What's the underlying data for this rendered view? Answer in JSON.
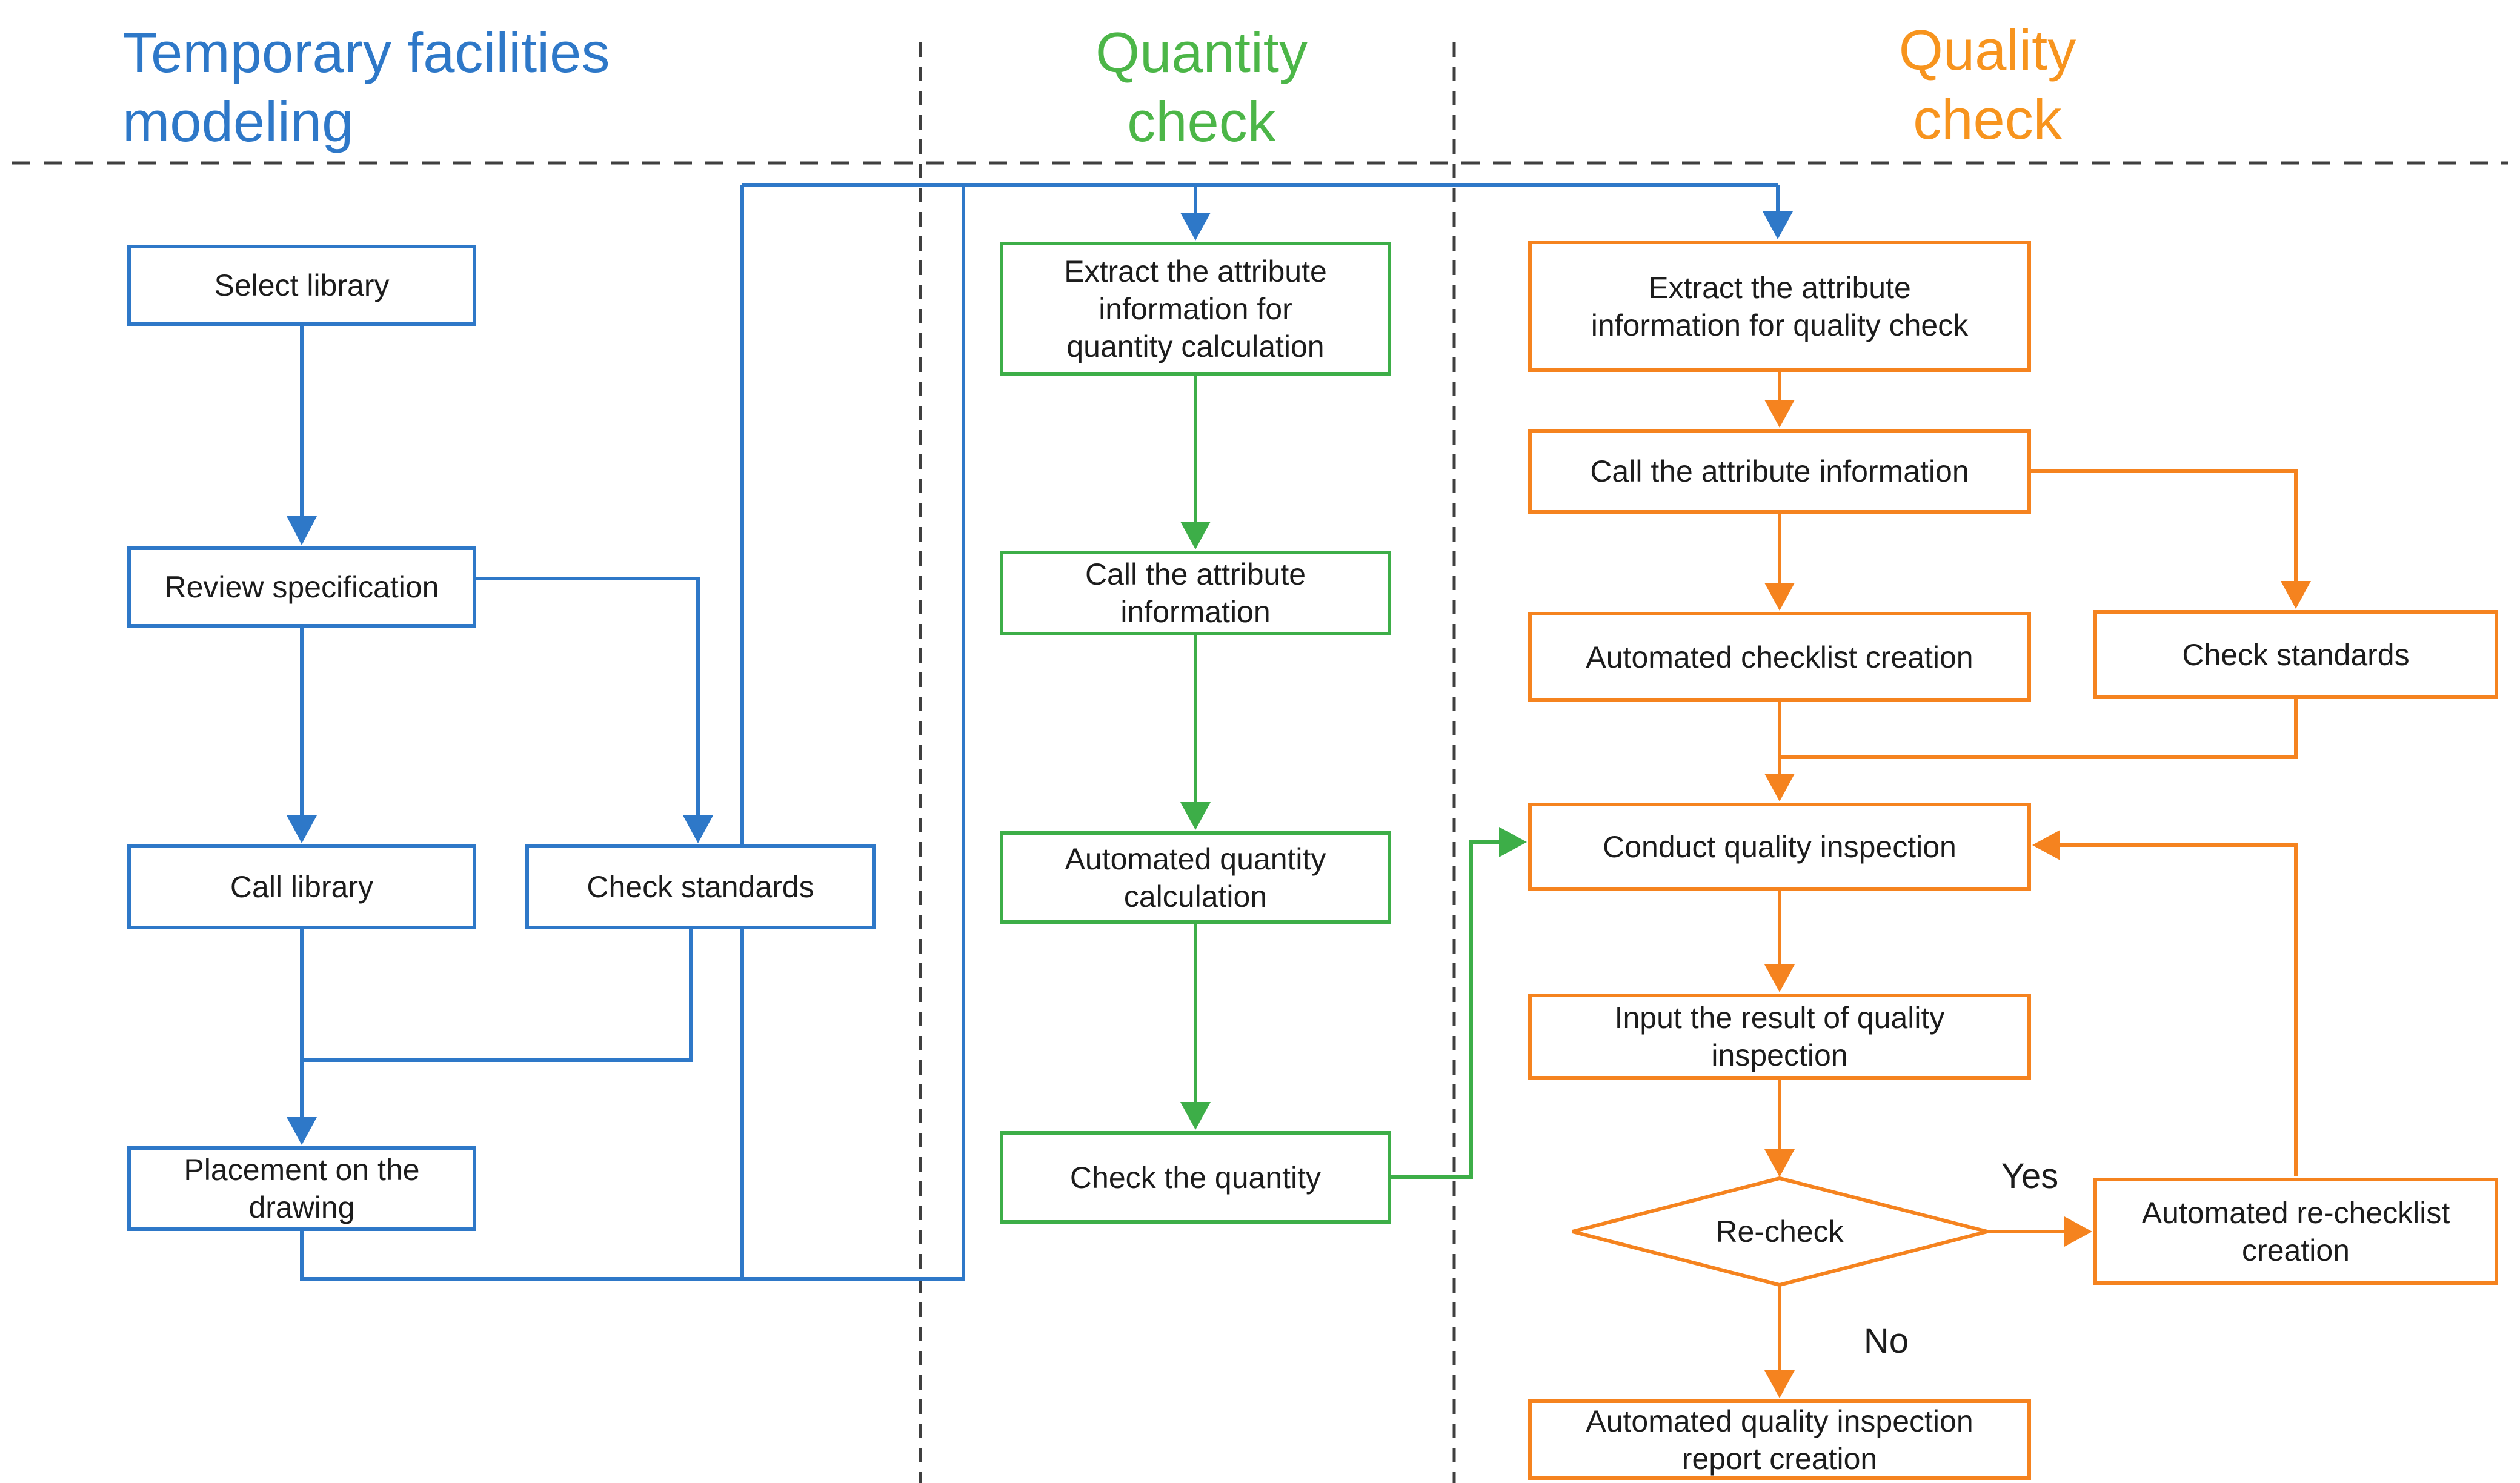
{
  "colors": {
    "blue": "#2E78C8",
    "green": "#3DAE48",
    "orange": "#F5831F",
    "title_green": "#4CB648",
    "title_orange": "#F7941E",
    "text": "#1C1C1C",
    "separator": "#3F3F3F",
    "background": "#FFFFFF"
  },
  "sections": [
    {
      "id": "temporary-facilities-modeling",
      "title": "Temporary facilities\nmodeling"
    },
    {
      "id": "quantity-check",
      "title": "Quantity\ncheck"
    },
    {
      "id": "quality-check",
      "title": "Quality\ncheck"
    }
  ],
  "nodes": {
    "select_library": {
      "label": "Select library"
    },
    "review_specification": {
      "label": "Review specification"
    },
    "call_library": {
      "label": "Call library"
    },
    "check_standards_tfm": {
      "label": "Check standards"
    },
    "placement_drawing": {
      "label": "Placement on the\ndrawing"
    },
    "extract_attr_quantity": {
      "label": "Extract the attribute\ninformation for\nquantity calculation"
    },
    "call_attr_quantity": {
      "label": "Call the attribute\ninformation"
    },
    "auto_quantity_calc": {
      "label": "Automated quantity\ncalculation"
    },
    "check_quantity": {
      "label": "Check the quantity"
    },
    "extract_attr_quality": {
      "label": "Extract the attribute\ninformation for quality check"
    },
    "call_attr_quality": {
      "label": "Call the attribute information"
    },
    "auto_checklist": {
      "label": "Automated checklist creation"
    },
    "check_standards_qc": {
      "label": "Check standards"
    },
    "conduct_inspection": {
      "label": "Conduct quality inspection"
    },
    "input_result": {
      "label": "Input the result of quality\ninspection"
    },
    "auto_rechecklist": {
      "label": "Automated re-checklist\ncreation"
    },
    "auto_report": {
      "label": "Automated quality inspection\nreport creation"
    }
  },
  "decision": {
    "label": "Re-check",
    "yes_label": "Yes",
    "no_label": "No"
  }
}
